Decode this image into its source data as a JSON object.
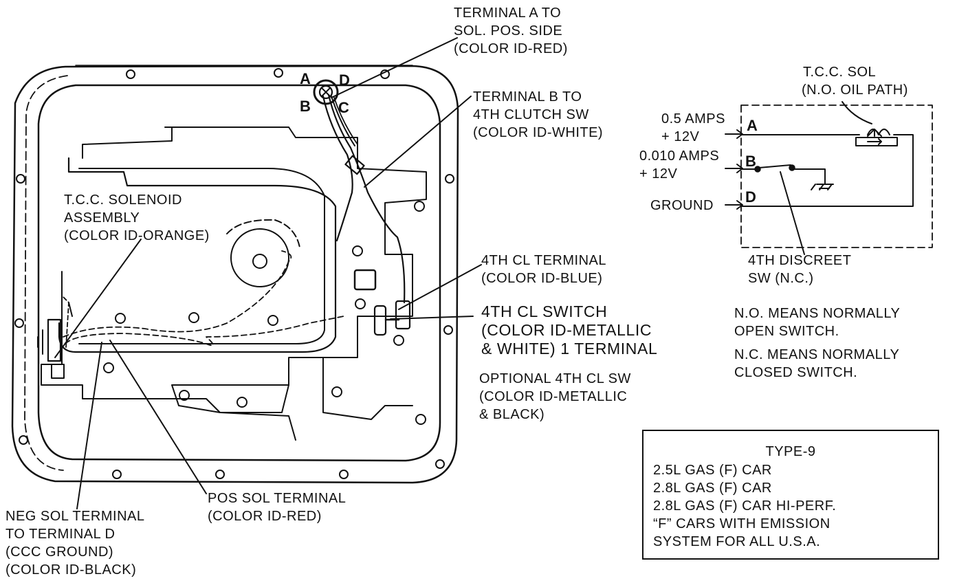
{
  "labels": {
    "terminal_a": [
      "TERMINAL A TO",
      "SOL. POS. SIDE",
      "(COLOR ID-RED)"
    ],
    "terminal_b": [
      "TERMINAL B TO",
      "4TH CLUTCH SW",
      "(COLOR ID-WHITE)"
    ],
    "tcc_solenoid": [
      "T.C.C. SOLENOID",
      "ASSEMBLY",
      "(COLOR ID-ORANGE)"
    ],
    "fourth_cl_terminal": [
      "4TH CL TERMINAL",
      "(COLOR ID-BLUE)"
    ],
    "fourth_cl_switch": [
      "4TH CL SWITCH",
      "(COLOR ID-METALLIC",
      "& WHITE) 1 TERMINAL"
    ],
    "optional_sw": [
      "OPTIONAL 4TH CL SW",
      "(COLOR ID-METALLIC",
      "& BLACK)"
    ],
    "pos_sol": [
      "POS SOL TERMINAL",
      "(COLOR ID-RED)"
    ],
    "neg_sol": [
      "NEG SOL TERMINAL",
      "TO TERMINAL D",
      "(CCC GROUND)",
      "(COLOR ID-BLACK)"
    ]
  },
  "connector_letters": {
    "a": "A",
    "b": "B",
    "c": "C",
    "d": "D"
  },
  "schematic": {
    "tcc_sol": [
      "T.C.C. SOL",
      "(N.O. OIL PATH)"
    ],
    "amps_a": [
      "0.5 AMPS",
      "+ 12V"
    ],
    "amps_b": [
      "0.010 AMPS",
      "+ 12V"
    ],
    "ground": "GROUND",
    "pin_a": "A",
    "pin_b": "B",
    "pin_d": "D",
    "discreet_sw": [
      "4TH DISCREET",
      "SW (N.C.)"
    ]
  },
  "notes": {
    "no": [
      "N.O. MEANS NORMALLY",
      "OPEN SWITCH."
    ],
    "nc": [
      "N.C. MEANS NORMALLY",
      "CLOSED SWITCH."
    ]
  },
  "type_box": {
    "title": "TYPE-9",
    "lines": [
      "2.5L GAS (F) CAR",
      "2.8L GAS (F) CAR",
      "2.8L GAS (F) CAR  HI-PERF.",
      "“F” CARS WITH EMISSION",
      "SYSTEM FOR ALL U.S.A."
    ]
  }
}
